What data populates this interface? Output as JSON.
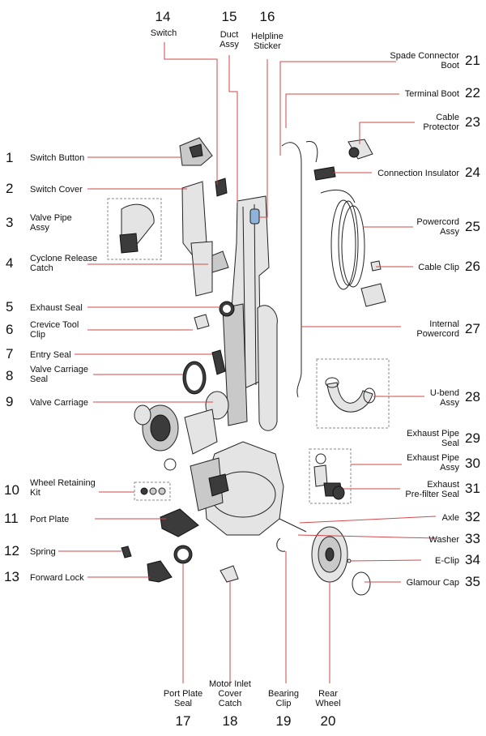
{
  "parts": [
    {
      "num": "1",
      "name": "Switch Button"
    },
    {
      "num": "2",
      "name": "Switch Cover"
    },
    {
      "num": "3",
      "name": "Valve Pipe\nAssy"
    },
    {
      "num": "4",
      "name": "Cyclone Release\nCatch"
    },
    {
      "num": "5",
      "name": "Exhaust Seal"
    },
    {
      "num": "6",
      "name": "Crevice Tool\nClip"
    },
    {
      "num": "7",
      "name": "Entry Seal"
    },
    {
      "num": "8",
      "name": "Valve Carriage\nSeal"
    },
    {
      "num": "9",
      "name": "Valve Carriage"
    },
    {
      "num": "10",
      "name": "Wheel Retaining\nKit"
    },
    {
      "num": "11",
      "name": "Port Plate"
    },
    {
      "num": "12",
      "name": "Spring"
    },
    {
      "num": "13",
      "name": "Forward Lock"
    },
    {
      "num": "14",
      "name": "Switch"
    },
    {
      "num": "15",
      "name": "Duct\nAssy"
    },
    {
      "num": "16",
      "name": "Helpline\nSticker"
    },
    {
      "num": "17",
      "name": "Port Plate\nSeal"
    },
    {
      "num": "18",
      "name": "Motor Inlet\nCover\nCatch"
    },
    {
      "num": "19",
      "name": "Bearing\nClip"
    },
    {
      "num": "20",
      "name": "Rear\nWheel"
    },
    {
      "num": "21",
      "name": "Spade Connector\nBoot"
    },
    {
      "num": "22",
      "name": "Terminal Boot"
    },
    {
      "num": "23",
      "name": "Cable\nProtector"
    },
    {
      "num": "24",
      "name": "Connection Insulator"
    },
    {
      "num": "25",
      "name": "Powercord\nAssy"
    },
    {
      "num": "26",
      "name": "Cable Clip"
    },
    {
      "num": "27",
      "name": "Internal\nPowercord"
    },
    {
      "num": "28",
      "name": "U-bend\nAssy"
    },
    {
      "num": "29",
      "name": "Exhaust Pipe\nSeal"
    },
    {
      "num": "30",
      "name": "Exhaust Pipe\nAssy"
    },
    {
      "num": "31",
      "name": "Exhaust\nPre-filter Seal"
    },
    {
      "num": "32",
      "name": "Axle"
    },
    {
      "num": "33",
      "name": "Washer"
    },
    {
      "num": "34",
      "name": "E-Clip"
    },
    {
      "num": "35",
      "name": "Glamour Cap"
    }
  ],
  "colors": {
    "leader": "#d2494b",
    "outline": "#222222",
    "part_fill": "#c9c9c9",
    "highlight": "#8fb3d9"
  }
}
